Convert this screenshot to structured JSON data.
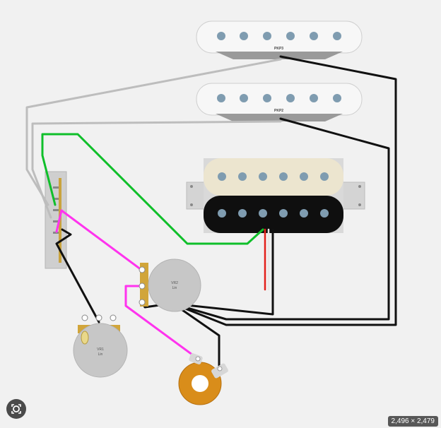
{
  "pickups": {
    "neck": {
      "label": "PKP3"
    },
    "middle": {
      "label": "PKP2"
    }
  },
  "pots": {
    "volume": {
      "label": "VR2",
      "taper": "Lin"
    },
    "tone": {
      "label": "VR1",
      "taper": "Lin"
    }
  },
  "image_size": "2,496 × 2,479",
  "icons": {
    "lens": "lens-search-icon"
  },
  "colors": {
    "green": "#0fbf2a",
    "magenta": "#ff33ee",
    "black": "#111111",
    "gray": "#bdbdbd",
    "red": "#e3201b",
    "jack_ring": "#d98d1a",
    "pole": "#7f9cb0",
    "humbucker_cream": "#ece5cf"
  }
}
